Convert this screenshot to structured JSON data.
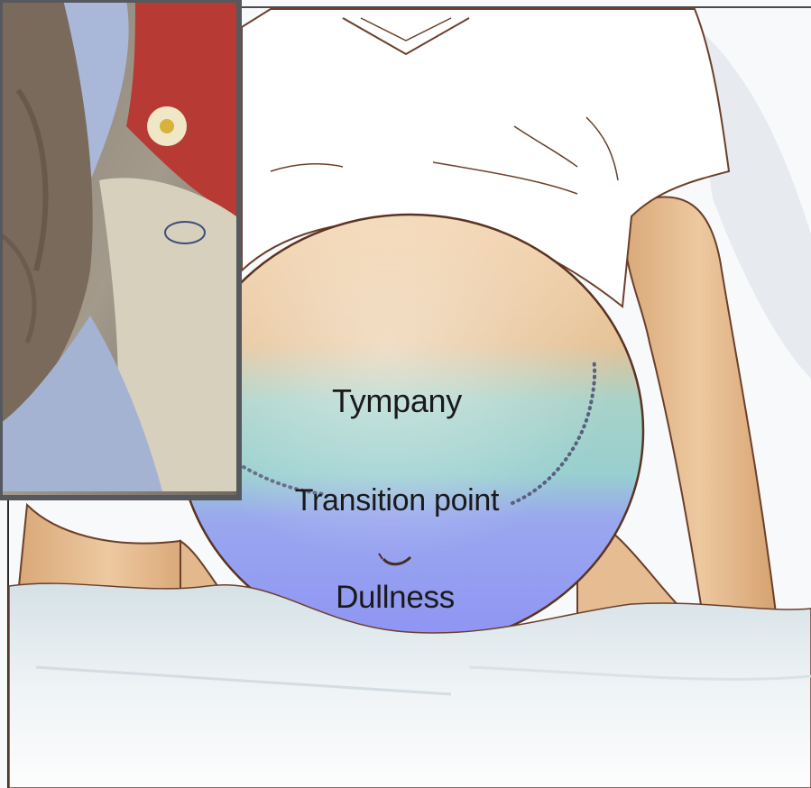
{
  "labels": {
    "tympany": "Tympany",
    "transition_point": "Transition point",
    "dullness": "Dullness"
  },
  "colors": {
    "tympany_region": "#9fd3cf",
    "dullness_region": "#8f94f3",
    "skin": "#e8c49a",
    "outline": "#6b3f2a",
    "shirt": "#ffffff",
    "bedsheet": "#e3ecef",
    "inset_frame": "#55585c"
  }
}
